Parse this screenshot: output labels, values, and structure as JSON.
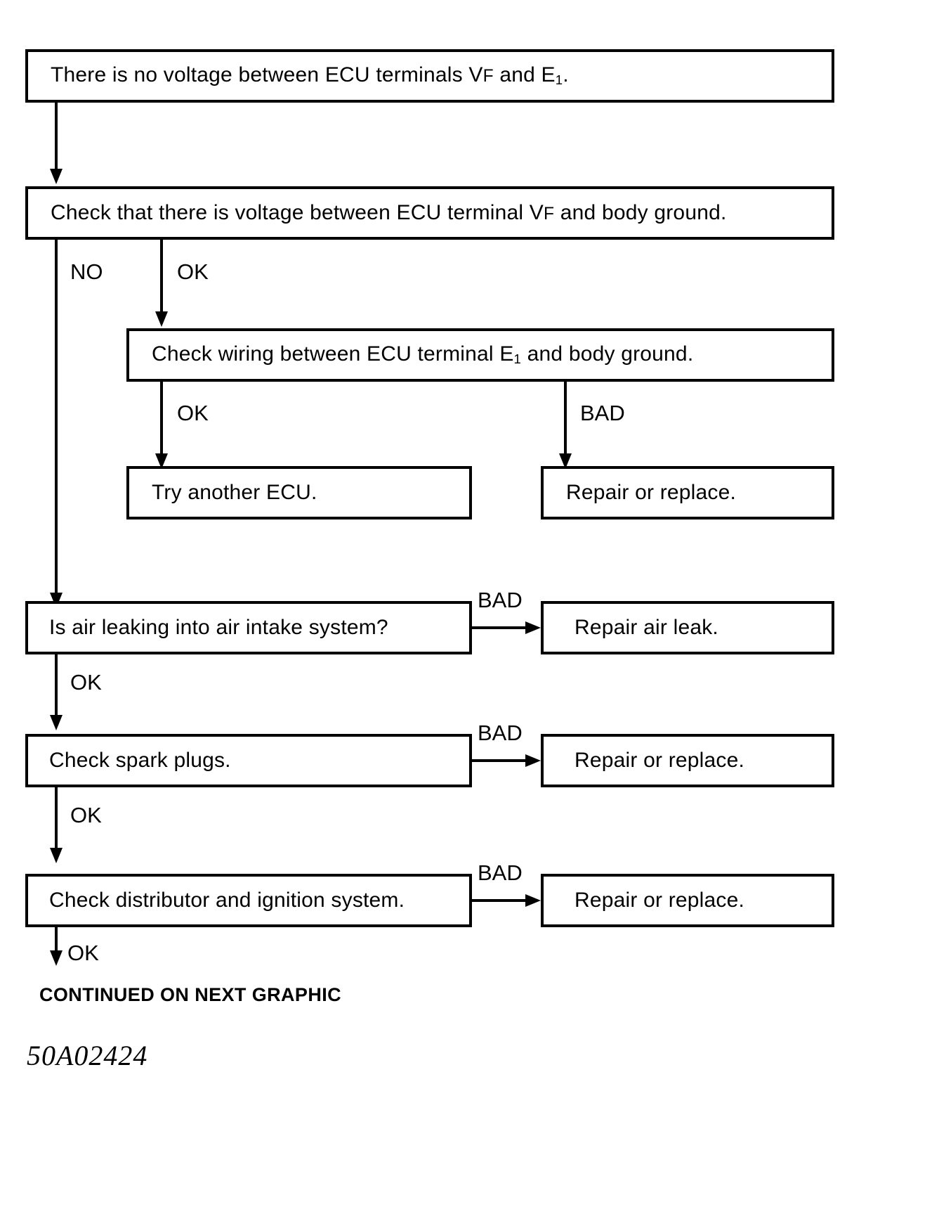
{
  "document": {
    "type": "troubleshooting-flowchart",
    "figure_code": "50A02424",
    "footer_note": "CONTINUED ON NEXT GRAPHIC"
  },
  "nodes": {
    "n1": {
      "id": "n1",
      "text_pre": "There is no voltage between ECU terminals V",
      "text_sc": "F",
      "text_mid": " and E",
      "sub": "1",
      "text_post": "."
    },
    "n2": {
      "id": "n2",
      "text_pre": "Check that there is voltage between ECU terminal V",
      "text_sc": "F",
      "text_mid": " and body ground.",
      "sub": "",
      "text_post": ""
    },
    "n3": {
      "id": "n3",
      "text_pre": "Check wiring between ECU terminal E",
      "text_sc": "",
      "text_mid": "",
      "sub": "1",
      "text_post": " and body ground."
    },
    "n4": {
      "id": "n4",
      "label": "Try another ECU."
    },
    "n5": {
      "id": "n5",
      "label": "Repair or replace."
    },
    "n6": {
      "id": "n6",
      "label": "Is air leaking into air intake system?"
    },
    "n7": {
      "id": "n7",
      "label": "Repair air leak."
    },
    "n8": {
      "id": "n8",
      "label": "Check spark plugs."
    },
    "n9": {
      "id": "n9",
      "label": "Repair or replace."
    },
    "n10": {
      "id": "n10",
      "label": "Check distributor and ignition system."
    },
    "n11": {
      "id": "n11",
      "label": "Repair or replace."
    }
  },
  "edge_labels": {
    "e_n2_no": "NO",
    "e_n2_ok": "OK",
    "e_n3_ok": "OK",
    "e_n3_bad": "BAD",
    "e_n6_bad": "BAD",
    "e_n6_ok": "OK",
    "e_n8_bad": "BAD",
    "e_n8_ok": "OK",
    "e_n10_bad": "BAD",
    "e_n10_ok": "OK"
  },
  "colors": {
    "ink": "#000000",
    "paper": "#ffffff"
  }
}
